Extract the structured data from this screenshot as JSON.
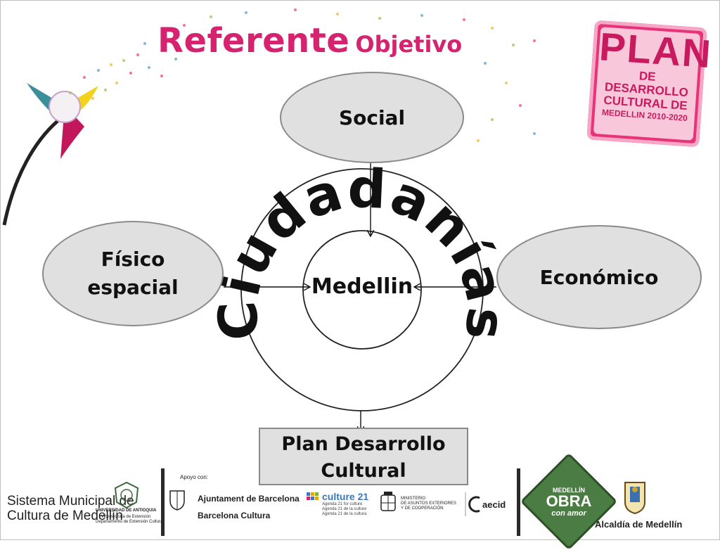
{
  "title": {
    "main": "Referente",
    "sub": "Objetivo"
  },
  "plan_logo": {
    "line1": "PLAN",
    "line2": "DE DESARROLLO",
    "line3": "CULTURAL DE",
    "line4": "MEDELLIN 2010-2020"
  },
  "nodes": {
    "social": "Social",
    "fisico_line1": "Físico",
    "fisico_line2": "espacial",
    "economico": "Económico",
    "center": "Medellin",
    "ring_text": "Ciudadanías",
    "output_line1": "Plan Desarrollo",
    "output_line2": "Cultural"
  },
  "footer": {
    "sistema_line1": "Sistema Municipal de",
    "sistema_line2": "Cultura de Medellín",
    "udea_name": "UNIVERSIDAD DE ANTIOQUIA",
    "udea_line1": "Vicerrectoría de Extensión",
    "udea_line2": "Departamento de Extensión Cultural",
    "apoyo": "Apoyo con:",
    "barcelona1": "Ajuntament de Barcelona",
    "barcelona2": "Barcelona Cultura",
    "culture21": "culture 21",
    "culture21_l1": "Agenda 21 for culture",
    "culture21_l2": "Agenda 21 de la culture",
    "culture21_l3": "Agenda 21 de la cultura",
    "ministerio_l1": "MINISTERIO",
    "ministerio_l2": "DE ASUNTOS EXTERIORES",
    "ministerio_l3": "Y DE COOPERACIÓN",
    "aecid": "aecid",
    "obra_l1": "MEDELLÍN",
    "obra_l2": "OBRA",
    "obra_l3": "con amor",
    "alcaldia": "Alcaldía de Medellín"
  },
  "colors": {
    "title": "#d6236f",
    "ellipse_fill": "#e0e0e0",
    "ellipse_stroke": "#8a8a8a",
    "logo_pink": "#e8337a"
  }
}
